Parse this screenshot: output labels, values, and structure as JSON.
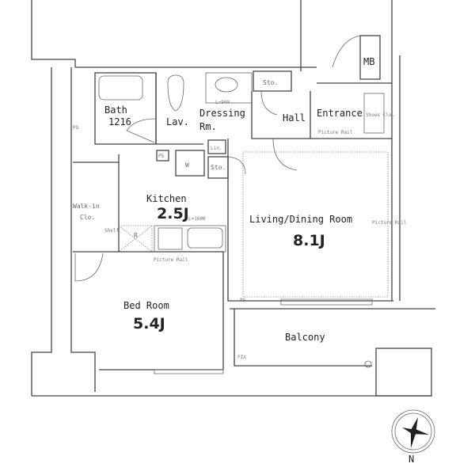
{
  "rooms": {
    "bath": {
      "label": "Bath",
      "size": "1216"
    },
    "lav": "Lav.",
    "dressing": {
      "label1": "Dressing",
      "label2": "Rm.",
      "note": "L=900"
    },
    "storage_top": "Sto.",
    "hall": "Hall",
    "entrance": "Entrance",
    "shoes_closet": "Shoes Clo.",
    "entrance_rail": "Picture Rail",
    "mb": "MB",
    "ps_left": "PS",
    "ps_mid": "PS",
    "ps_bottom": "PS",
    "washer": "W",
    "linen": "Lin.",
    "storage_kitchen": "Sto.",
    "kitchen": {
      "label": "Kitchen",
      "area": "2.5J",
      "note": "L=1600"
    },
    "walk_in": {
      "label1": "Walk-in",
      "label2": "Clo.",
      "shelf": "Shelf"
    },
    "refrigerator": "R",
    "kitchen_rail": "Picture Rail",
    "living": {
      "label": "Living/Dining Room",
      "area": "8.1J",
      "rail": "Picture Rail"
    },
    "bedroom": {
      "label": "Bed Room",
      "area": "5.4J"
    },
    "balcony": "Balcony",
    "fix": "FIX"
  },
  "compass": {
    "north_label": "N"
  }
}
